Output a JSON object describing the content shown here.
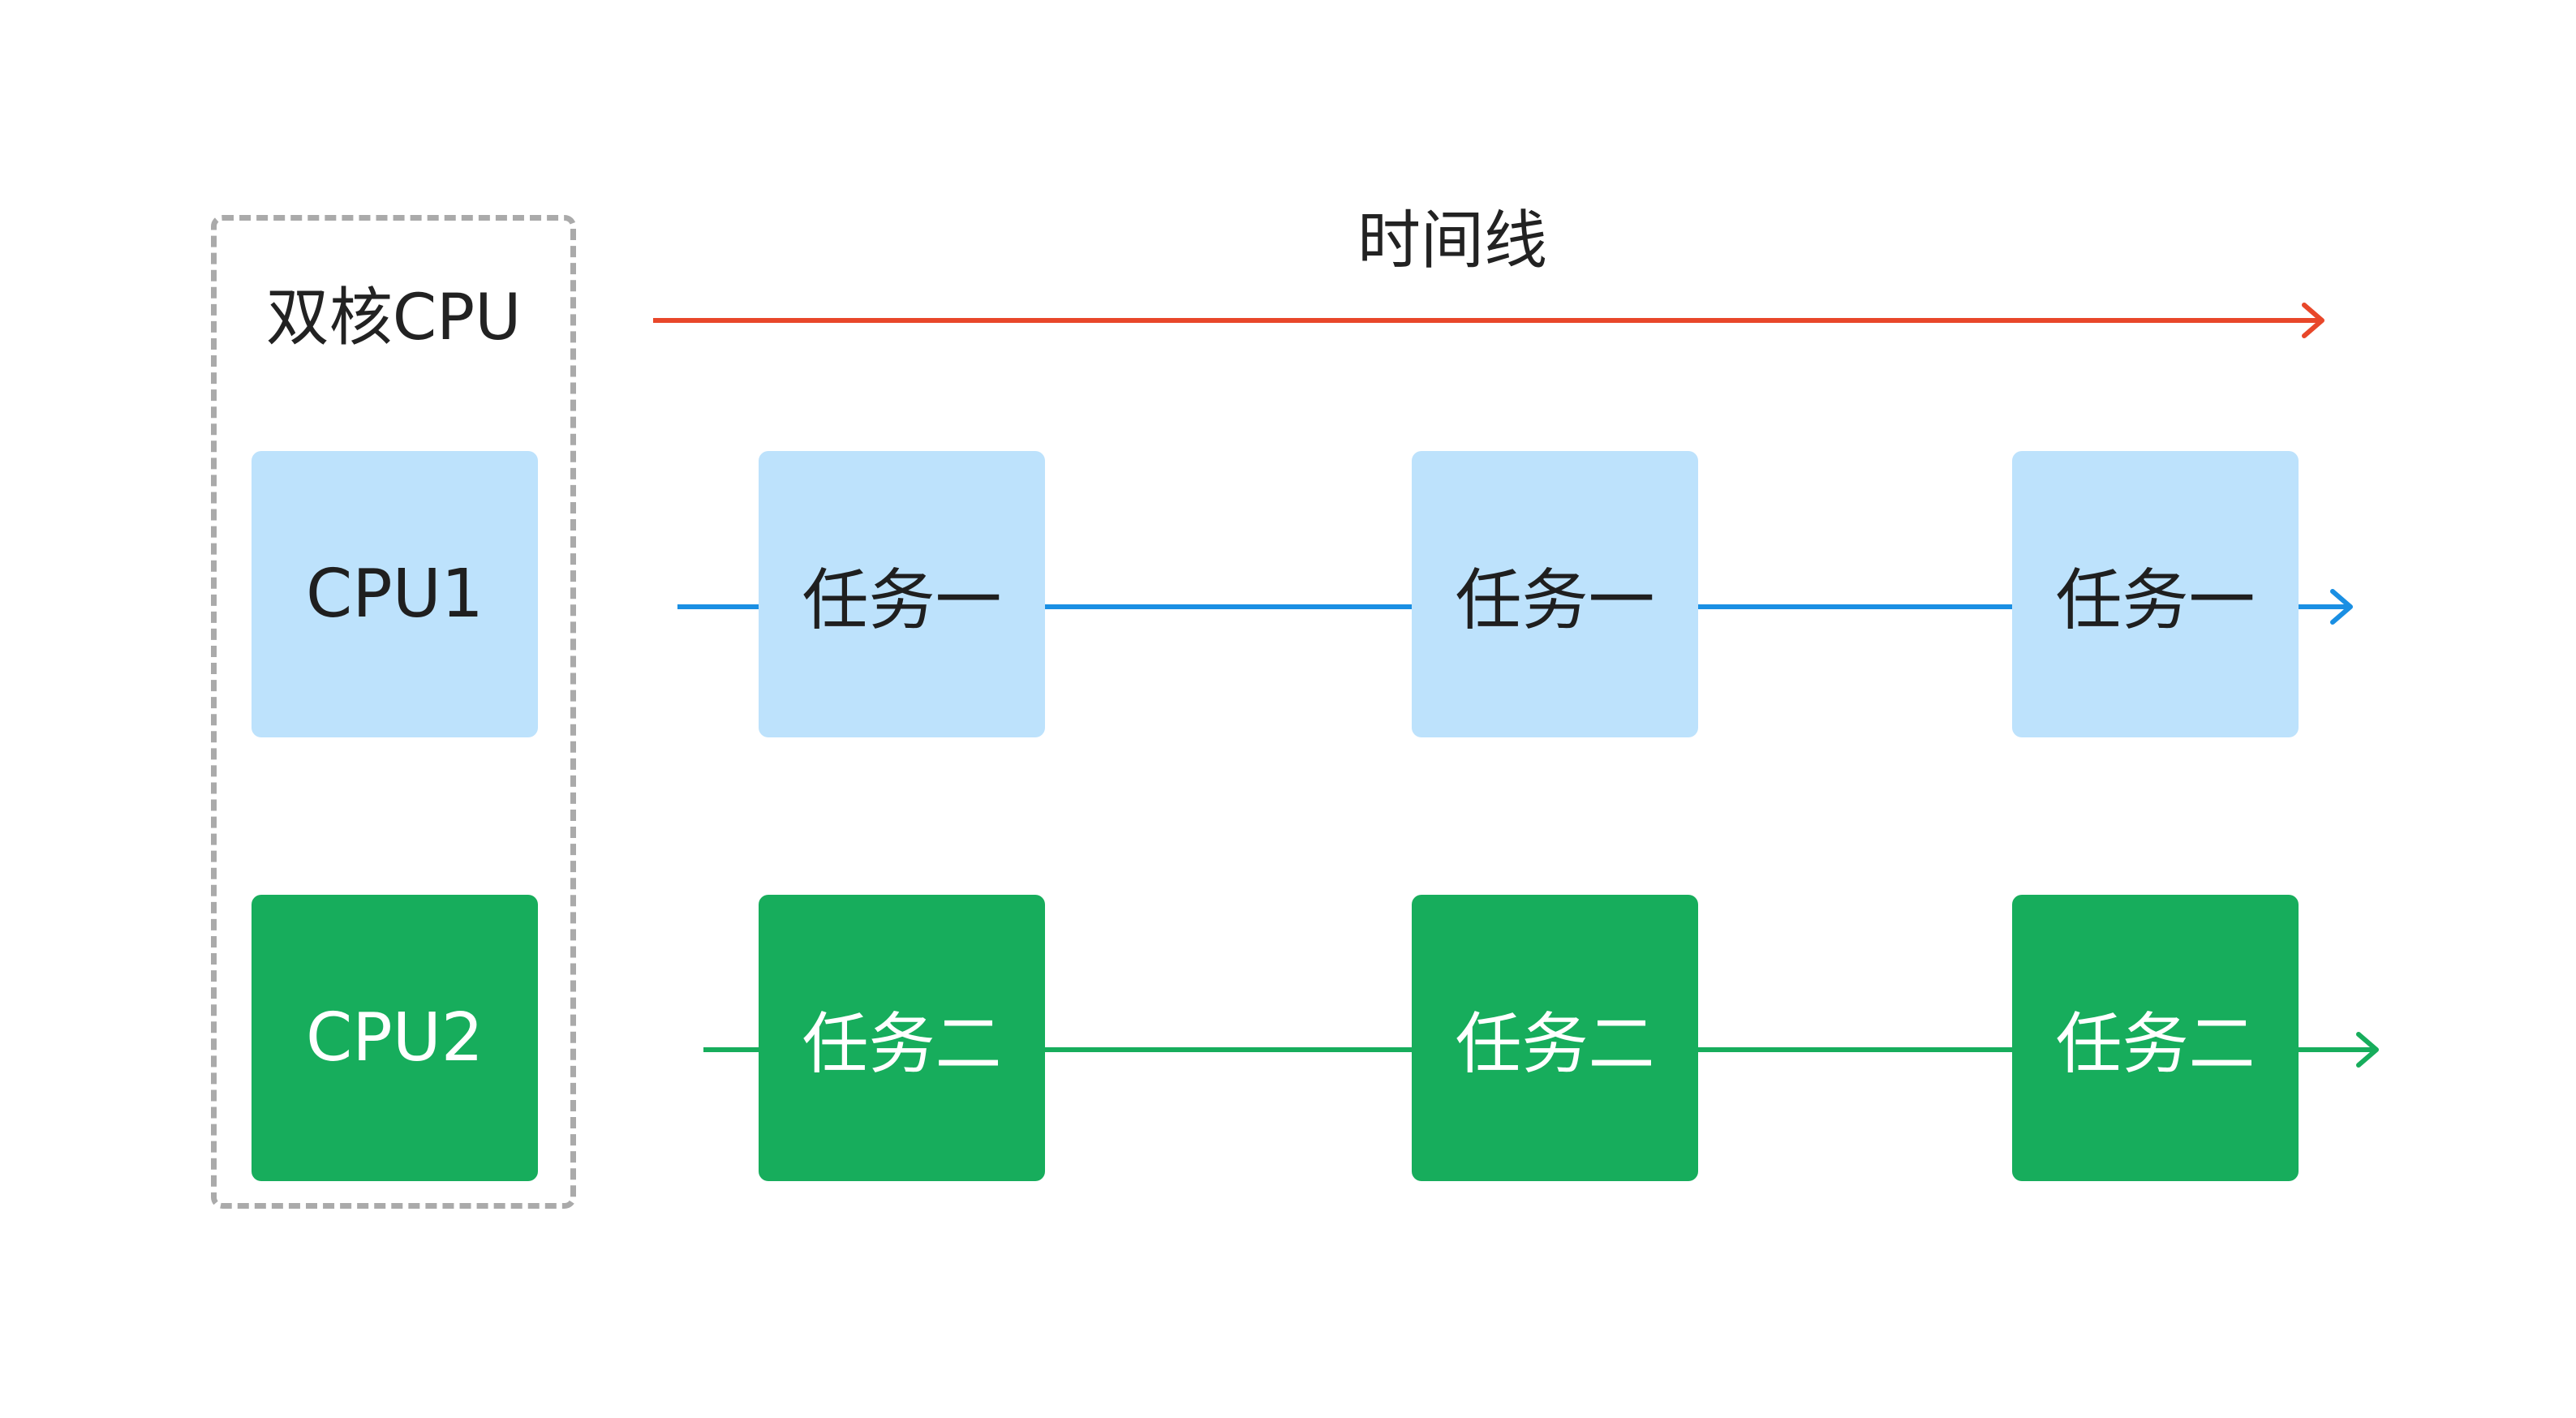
{
  "group": {
    "title": "双核CPU"
  },
  "timeline": {
    "title": "时间线",
    "color": "#e8472a"
  },
  "rows": [
    {
      "cpu_label": "CPU1",
      "line_color": "#1a8fe3",
      "box_color": "#bde2fc",
      "tasks": [
        "任务一",
        "任务一",
        "任务一"
      ]
    },
    {
      "cpu_label": "CPU2",
      "line_color": "#17ad5c",
      "box_color": "#17ad5c",
      "tasks": [
        "任务二",
        "任务二",
        "任务二"
      ]
    }
  ]
}
